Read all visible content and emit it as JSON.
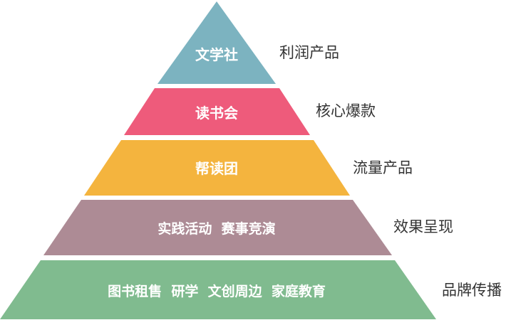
{
  "tiers": [
    {
      "label": "文学社",
      "side": "利润产品",
      "color": "#7cb3c0"
    },
    {
      "label": "读书会",
      "side": "核心爆款",
      "color": "#ee5b7b"
    },
    {
      "label": "帮读团",
      "side": "流量产品",
      "color": "#f4b43e"
    },
    {
      "label": "实践活动  赛事竞演",
      "side": "效果呈现",
      "color": "#ad8b95"
    },
    {
      "label": "图书租售  研学  文创周边  家庭教育",
      "side": "品牌传播",
      "color": "#80bb8f"
    }
  ]
}
